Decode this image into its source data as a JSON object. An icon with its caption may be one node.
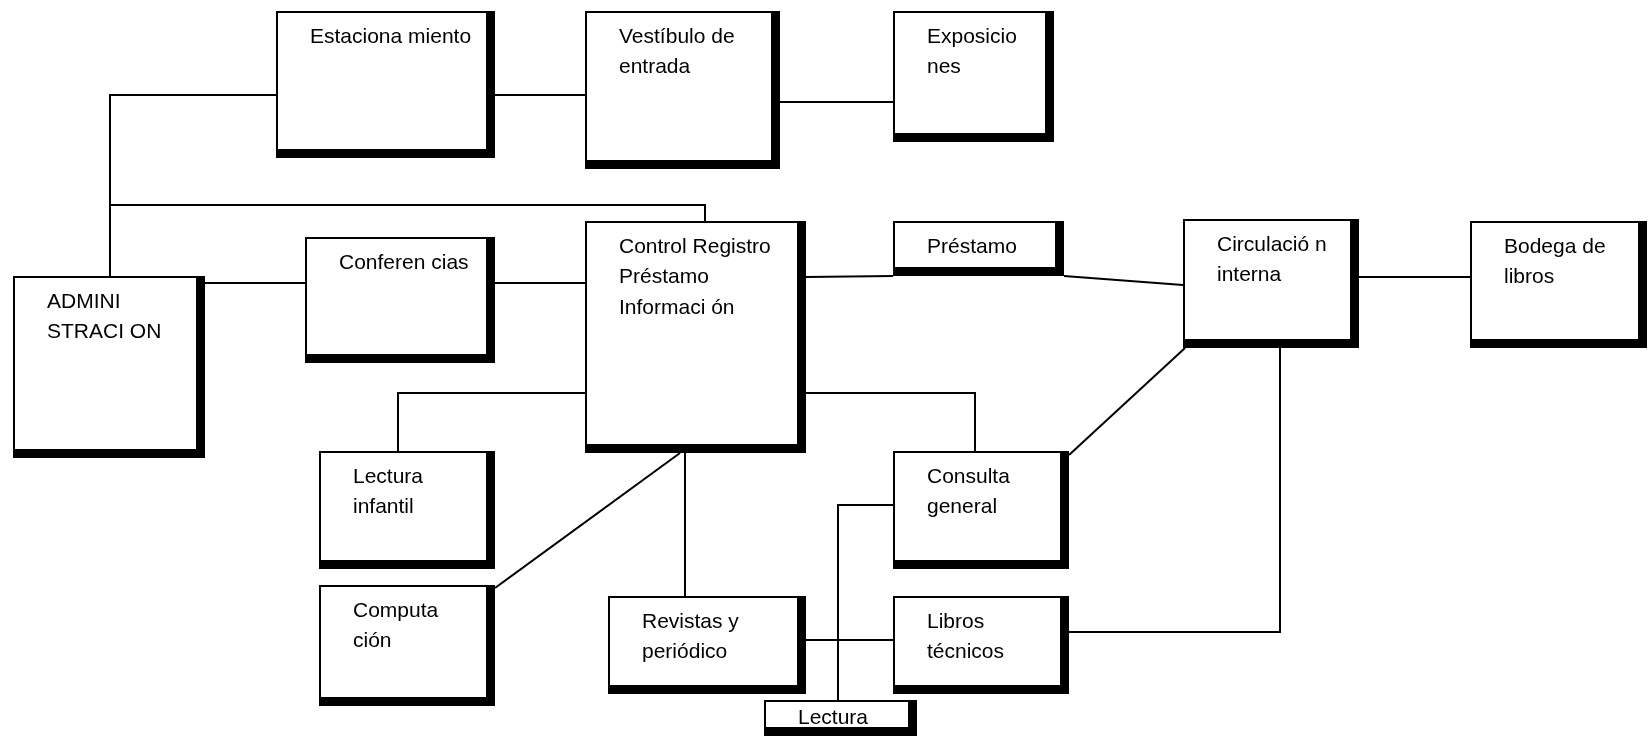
{
  "diagram": {
    "nodes": [
      {
        "text": [
          "Estaciona miento"
        ]
      },
      {
        "text": [
          "Vestíbulo de entrada"
        ]
      },
      {
        "text": [
          "Exposicio nes"
        ]
      },
      {
        "text": [
          "ADMINI STRACI ON"
        ]
      },
      {
        "text": [
          "Conferen cias"
        ]
      },
      {
        "text": [
          "Control Registro Préstamo Informaci ón"
        ]
      },
      {
        "text": [
          "Préstamo"
        ]
      },
      {
        "text": [
          "Circulació n interna"
        ]
      },
      {
        "text": [
          "Bodega de libros"
        ]
      },
      {
        "text": [
          "Lectura infantil"
        ]
      },
      {
        "text": [
          "Consulta general"
        ]
      },
      {
        "text": [
          "Computa ción"
        ]
      },
      {
        "text": [
          "Revistas y periódico"
        ]
      },
      {
        "text": [
          "Libros técnicos"
        ]
      },
      {
        "text": [
          "Lectura"
        ]
      }
    ],
    "edges": [
      {
        "from": 3,
        "to": 0,
        "arrow": "none"
      },
      {
        "from": 3,
        "to": 5,
        "arrow": "none"
      },
      {
        "from": 3,
        "to": 4,
        "arrow": "none"
      },
      {
        "from": 0,
        "to": 1,
        "arrow": "none"
      },
      {
        "from": 1,
        "to": 2,
        "arrow": "none"
      },
      {
        "from": 4,
        "to": 5,
        "arrow": "none"
      },
      {
        "from": 5,
        "to": 6,
        "arrow": "none"
      },
      {
        "from": 6,
        "to": 7,
        "arrow": "none"
      },
      {
        "from": 7,
        "to": 8,
        "arrow": "none"
      },
      {
        "from": 5,
        "to": 9,
        "arrow": "none"
      },
      {
        "from": 5,
        "to": 10,
        "arrow": "none"
      },
      {
        "from": 5,
        "to": 11,
        "arrow": "none"
      },
      {
        "from": 5,
        "to": 12,
        "arrow": "none"
      },
      {
        "from": 7,
        "to": 10,
        "arrow": "none"
      },
      {
        "from": 7,
        "to": 13,
        "arrow": "none"
      },
      {
        "from": 12,
        "to": 13,
        "arrow": "none"
      },
      {
        "from": 10,
        "to": 14,
        "arrow": "none"
      }
    ]
  }
}
